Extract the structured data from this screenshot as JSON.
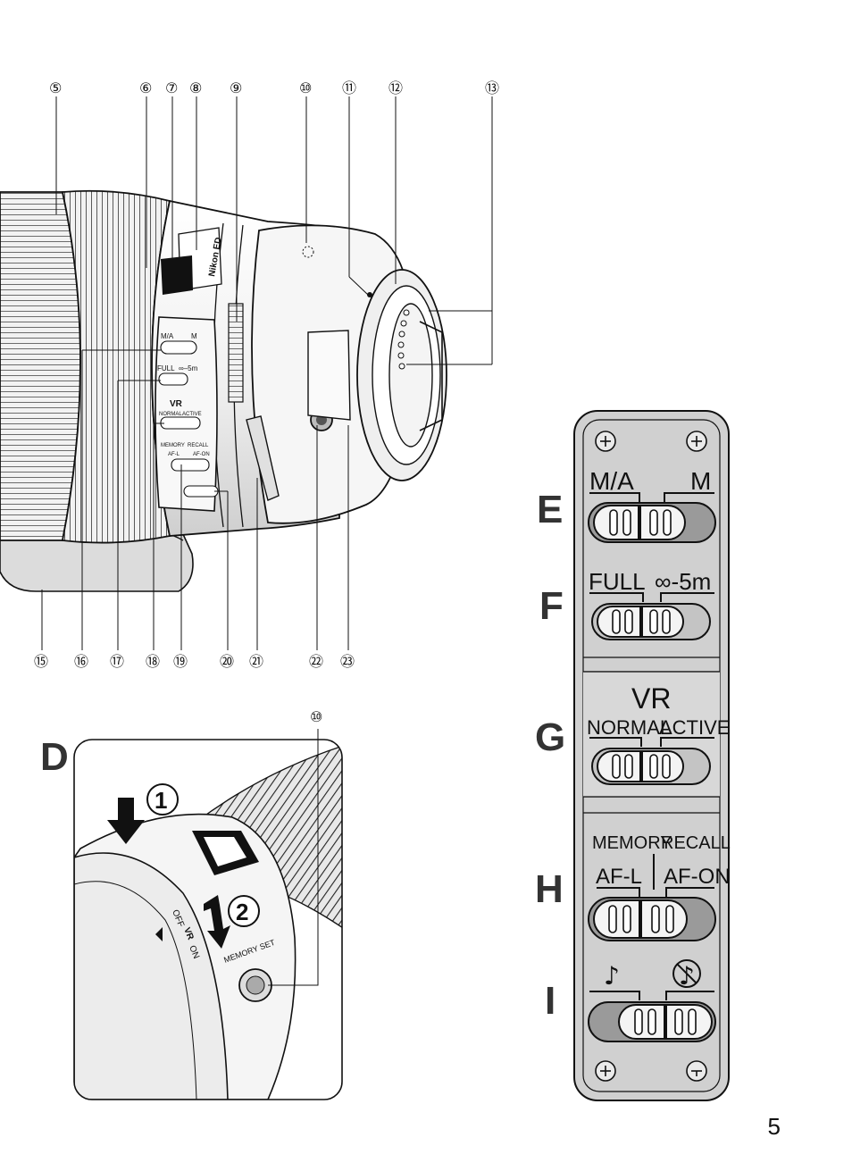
{
  "callouts_top": [
    "⑤",
    "⑥",
    "⑦",
    "⑧",
    "⑨",
    "⑩",
    "⑪",
    "⑫",
    "⑬"
  ],
  "callouts_bottom": [
    "⑮",
    "⑯",
    "⑰",
    "⑱",
    "⑲",
    "⑳",
    "㉑",
    "㉒",
    "㉓"
  ],
  "inset_d": {
    "letter": "D",
    "callout": "⑩",
    "step1": "1",
    "step2": "2",
    "memory_set_label": "MEMORY SET",
    "off_label": "OFF",
    "vr_label": "VR",
    "on_label": "ON"
  },
  "lens_labels": {
    "ma": "M/A",
    "m": "M",
    "full": "FULL",
    "inf5m": "∞–5m",
    "vr": "VR",
    "normal": "NORMAL",
    "active": "ACTIVE",
    "memory": "MEMORY",
    "recall": "RECALL",
    "afl": "AF-L",
    "afon": "AF-ON",
    "brand": "Nikon ED"
  },
  "switch_panel": {
    "E": {
      "letter": "E",
      "left": "M/A",
      "right": "M"
    },
    "F": {
      "letter": "F",
      "left": "FULL",
      "right": "∞-5m"
    },
    "G": {
      "letter": "G",
      "title": "VR",
      "left": "NORMAL",
      "right": "ACTIVE"
    },
    "H": {
      "letter": "H",
      "top_left": "MEMORY",
      "top_right": "RECALL",
      "left": "AF-L",
      "right": "AF-ON"
    },
    "I": {
      "letter": "I",
      "left": "♪",
      "right": "♪"
    }
  },
  "page_number": "5"
}
